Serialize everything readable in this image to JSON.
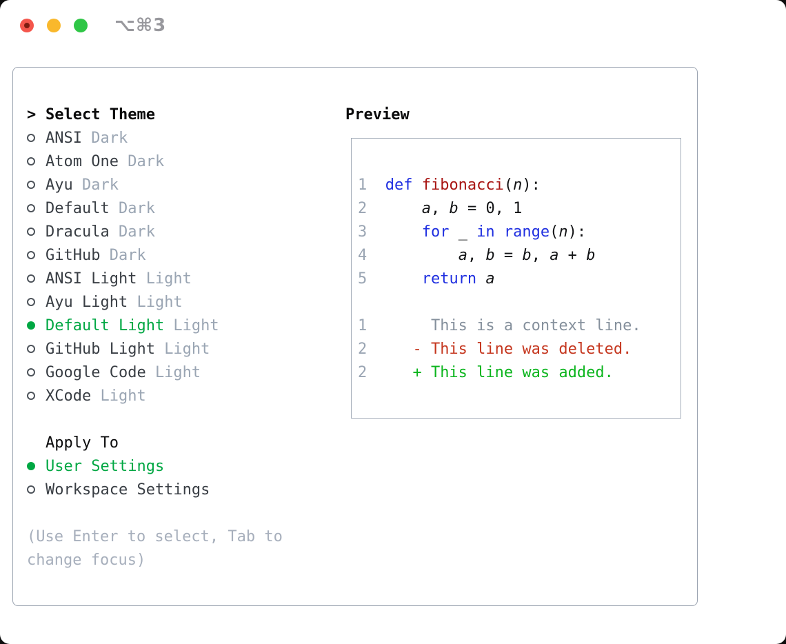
{
  "window": {
    "shortcut_label": "⌥⌘3",
    "traffic_lights": [
      "close",
      "minimize",
      "zoom"
    ]
  },
  "theme_selector": {
    "prompt": ">",
    "title": "Select Theme",
    "themes": [
      {
        "name": "ANSI",
        "variant": "Dark",
        "selected": false
      },
      {
        "name": "Atom One",
        "variant": "Dark",
        "selected": false
      },
      {
        "name": "Ayu",
        "variant": "Dark",
        "selected": false
      },
      {
        "name": "Default",
        "variant": "Dark",
        "selected": false
      },
      {
        "name": "Dracula",
        "variant": "Dark",
        "selected": false
      },
      {
        "name": "GitHub",
        "variant": "Dark",
        "selected": false
      },
      {
        "name": "ANSI Light",
        "variant": "Light",
        "selected": false
      },
      {
        "name": "Ayu Light",
        "variant": "Light",
        "selected": false
      },
      {
        "name": "Default Light",
        "variant": "Light",
        "selected": true
      },
      {
        "name": "GitHub Light",
        "variant": "Light",
        "selected": false
      },
      {
        "name": "Google Code",
        "variant": "Light",
        "selected": false
      },
      {
        "name": "XCode",
        "variant": "Light",
        "selected": false
      }
    ],
    "apply_to": {
      "title": "Apply To",
      "options": [
        {
          "label": "User Settings",
          "selected": true
        },
        {
          "label": "Workspace Settings",
          "selected": false
        }
      ]
    },
    "help": {
      "line1": "(Use Enter to select, Tab to",
      "line2": "change focus)"
    }
  },
  "preview": {
    "title": "Preview",
    "code_lines": [
      {
        "num": "1",
        "segments": [
          {
            "t": "def ",
            "c": "kw"
          },
          {
            "t": "fibonacci",
            "c": "fn"
          },
          {
            "t": "(",
            "c": "pl"
          },
          {
            "t": "n",
            "c": "var"
          },
          {
            "t": "):",
            "c": "pl"
          }
        ]
      },
      {
        "num": "2",
        "segments": [
          {
            "t": "    ",
            "c": "pl"
          },
          {
            "t": "a",
            "c": "var"
          },
          {
            "t": ", ",
            "c": "pl"
          },
          {
            "t": "b",
            "c": "var"
          },
          {
            "t": " = 0, 1",
            "c": "pl"
          }
        ]
      },
      {
        "num": "3",
        "segments": [
          {
            "t": "    ",
            "c": "pl"
          },
          {
            "t": "for ",
            "c": "kw"
          },
          {
            "t": "_",
            "c": "pl"
          },
          {
            "t": " in range",
            "c": "kw"
          },
          {
            "t": "(",
            "c": "pl"
          },
          {
            "t": "n",
            "c": "var"
          },
          {
            "t": "):",
            "c": "pl"
          }
        ]
      },
      {
        "num": "4",
        "segments": [
          {
            "t": "        ",
            "c": "pl"
          },
          {
            "t": "a",
            "c": "var"
          },
          {
            "t": ", ",
            "c": "pl"
          },
          {
            "t": "b",
            "c": "var"
          },
          {
            "t": " = ",
            "c": "pl"
          },
          {
            "t": "b",
            "c": "var"
          },
          {
            "t": ", ",
            "c": "pl"
          },
          {
            "t": "a",
            "c": "var"
          },
          {
            "t": " + ",
            "c": "pl"
          },
          {
            "t": "b",
            "c": "var"
          }
        ]
      },
      {
        "num": "5",
        "segments": [
          {
            "t": "    ",
            "c": "pl"
          },
          {
            "t": "return ",
            "c": "kw"
          },
          {
            "t": "a",
            "c": "var"
          }
        ]
      },
      {
        "num": "1",
        "segments": [
          {
            "t": "     This is a context line.",
            "c": "ctx"
          }
        ]
      },
      {
        "num": "2",
        "segments": [
          {
            "t": "   - This line was deleted.",
            "c": "del"
          }
        ]
      },
      {
        "num": "2",
        "segments": [
          {
            "t": "   + This line was added.",
            "c": "add"
          }
        ]
      }
    ]
  },
  "colors": {
    "selection_green": "#00a743",
    "added_green": "#0cb51e",
    "deleted_red": "#c5371f",
    "keyword_blue": "#1f2fe0",
    "function_red": "#a81513",
    "context_gray": "#85909c",
    "muted_gray": "#9aa5b3",
    "panel_border": "#9aa3b0",
    "traffic_red": "#f4564c",
    "traffic_yellow": "#f9b82c",
    "traffic_green": "#2fc646"
  }
}
